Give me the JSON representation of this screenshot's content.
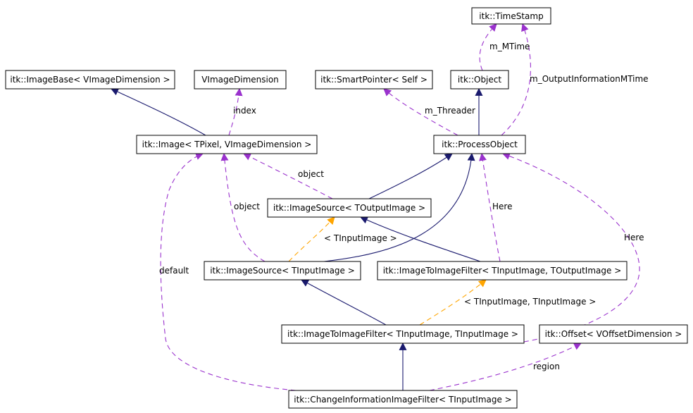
{
  "colors": {
    "inherit": "#1a1a6e",
    "usage": "#9a32cd",
    "template": "#ffa500",
    "border_default": "#000000",
    "border_incomplete": "#bfbfbf",
    "border_truncated": "#cc0000",
    "focus_fill": "#000000",
    "focus_text": "#ffffff"
  },
  "nodes": [
    {
      "id": "timestamp",
      "label": "itk::TimeStamp",
      "style": "default"
    },
    {
      "id": "imagebase",
      "label": "itk::ImageBase< VImageDimension >",
      "style": "default"
    },
    {
      "id": "vimagedim",
      "label": "VImageDimension",
      "style": "incomplete"
    },
    {
      "id": "smartptr",
      "label": "itk::SmartPointer< Self >",
      "style": "truncated"
    },
    {
      "id": "object",
      "label": "itk::Object",
      "style": "truncated"
    },
    {
      "id": "image",
      "label": "itk::Image< TPixel, VImageDimension >",
      "style": "default"
    },
    {
      "id": "processobject",
      "label": "itk::ProcessObject",
      "style": "default"
    },
    {
      "id": "imgsrc_out",
      "label": "itk::ImageSource< TOutputImage >",
      "style": "default"
    },
    {
      "id": "imgsrc_in",
      "label": "itk::ImageSource< TInputImage >",
      "style": "default"
    },
    {
      "id": "i2i_inout",
      "label": "itk::ImageToImageFilter< TInputImage, TOutputImage >",
      "style": "default"
    },
    {
      "id": "i2i_inin",
      "label": "itk::ImageToImageFilter< TInputImage, TInputImage >",
      "style": "default"
    },
    {
      "id": "offset",
      "label": "itk::Offset< VOffsetDimension >",
      "style": "default"
    },
    {
      "id": "changeinfo",
      "label": "itk::ChangeInformationImageFilter< TInputImage >",
      "style": "focus"
    }
  ],
  "edges": [
    {
      "id": "e1",
      "kind": "inherit",
      "from": "image",
      "to": "imagebase",
      "label": ""
    },
    {
      "id": "e2",
      "kind": "usage",
      "from": "image",
      "to": "vimagedim",
      "label": "index"
    },
    {
      "id": "e3",
      "kind": "usage",
      "from": "processobject",
      "to": "timestamp",
      "label": "m_OutputInformationMTime"
    },
    {
      "id": "e4",
      "kind": "usage",
      "from": "object",
      "to": "timestamp",
      "label": "m_MTime"
    },
    {
      "id": "e5",
      "kind": "inherit",
      "from": "processobject",
      "to": "object",
      "label": ""
    },
    {
      "id": "e6",
      "kind": "usage",
      "from": "processobject",
      "to": "smartptr",
      "label": "m_Threader"
    },
    {
      "id": "e7",
      "kind": "inherit",
      "from": "imgsrc_out",
      "to": "processobject",
      "label": ""
    },
    {
      "id": "e8",
      "kind": "usage",
      "from": "imgsrc_out",
      "to": "image",
      "label": "object"
    },
    {
      "id": "e9",
      "kind": "usage",
      "from": "imgsrc_in",
      "to": "image",
      "label": "object"
    },
    {
      "id": "e10",
      "kind": "inherit",
      "from": "imgsrc_in",
      "to": "processobject",
      "label": ""
    },
    {
      "id": "e11",
      "kind": "template",
      "from": "imgsrc_in",
      "to": "imgsrc_out",
      "label": "< TInputImage >"
    },
    {
      "id": "e12",
      "kind": "inherit",
      "from": "i2i_inout",
      "to": "imgsrc_out",
      "label": ""
    },
    {
      "id": "e13",
      "kind": "usage",
      "from": "i2i_inout",
      "to": "processobject",
      "label": "Here"
    },
    {
      "id": "e14",
      "kind": "inherit",
      "from": "i2i_inin",
      "to": "imgsrc_in",
      "label": ""
    },
    {
      "id": "e15",
      "kind": "template",
      "from": "i2i_inin",
      "to": "i2i_inout",
      "label": "< TInputImage, TInputImage >"
    },
    {
      "id": "e16",
      "kind": "usage",
      "from": "i2i_inin",
      "to": "processobject",
      "label": "Here"
    },
    {
      "id": "e17",
      "kind": "inherit",
      "from": "changeinfo",
      "to": "i2i_inin",
      "label": ""
    },
    {
      "id": "e18",
      "kind": "usage",
      "from": "changeinfo",
      "to": "offset",
      "label": "region"
    },
    {
      "id": "e19",
      "kind": "usage",
      "from": "changeinfo",
      "to": "image",
      "label": "default"
    }
  ]
}
